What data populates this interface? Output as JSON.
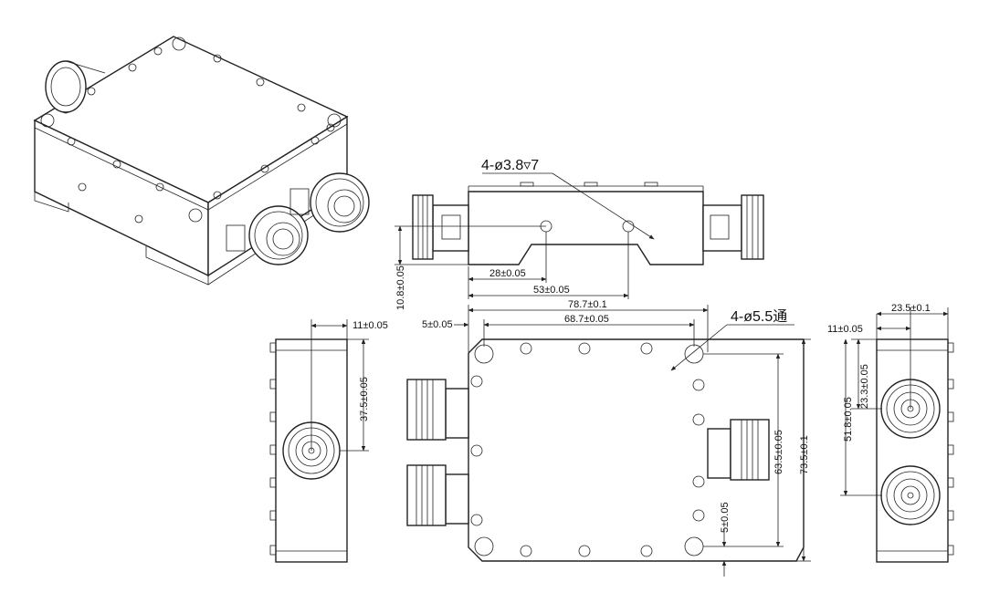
{
  "callouts": {
    "side_hole": "4-ø3.8▿7",
    "thru_hole": "4-ø5.5通"
  },
  "front_view": {
    "dim_28": "28±0.05",
    "dim_53": "53±0.05",
    "dim_10_8": "10.8±0.05"
  },
  "top_view": {
    "dim_78_7": "78.7±0.1",
    "dim_68_7": "68.7±0.05",
    "dim_5_left": "5±0.05",
    "dim_63_5": "63.5±0.05",
    "dim_73_5": "73.5±0.1",
    "dim_5_bottom": "5±0.05"
  },
  "left_view": {
    "dim_11": "11±0.05",
    "dim_37_5": "37.5±0.05"
  },
  "right_view": {
    "dim_23_5": "23.5±0.1",
    "dim_11": "11±0.05",
    "dim_23_3": "23.3±0.05",
    "dim_51_8": "51.8±0.05"
  }
}
